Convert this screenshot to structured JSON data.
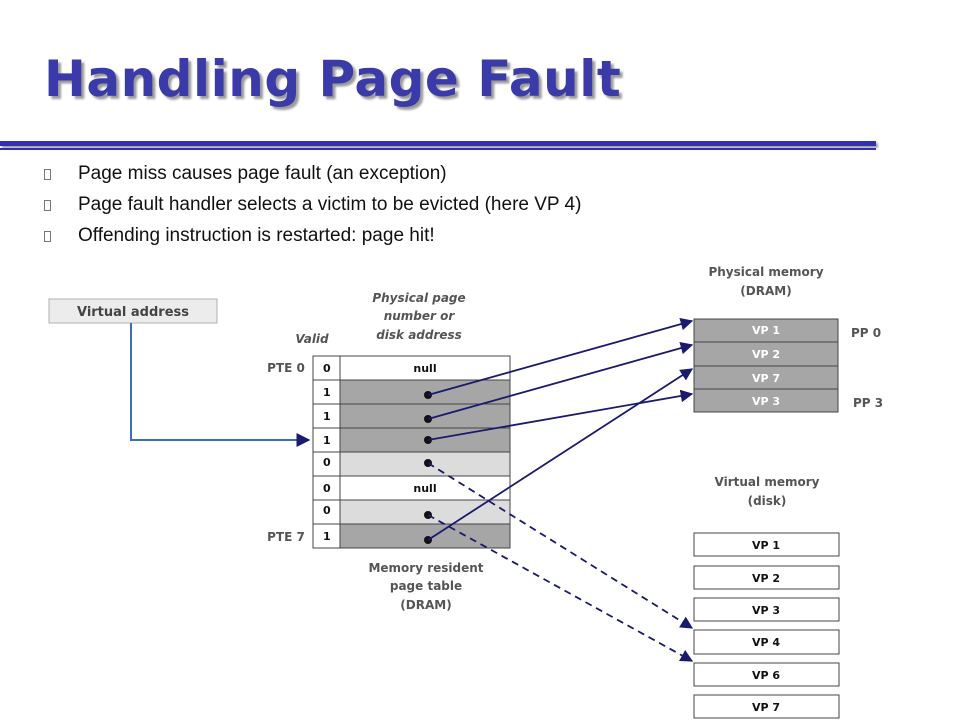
{
  "slide": {
    "title": "Handling Page Fault",
    "bullets": [
      "Page miss causes page fault (an exception)",
      "Page fault handler selects a victim to be evicted (here VP 4)",
      "Offending instruction is restarted: page hit!"
    ]
  },
  "diagram": {
    "virtual_address_label": "Virtual address",
    "valid_label": "Valid",
    "ppn_label": [
      "Physical page",
      "number or",
      "disk address"
    ],
    "pte_first_label": "PTE 0",
    "pte_last_label": "PTE 7",
    "page_table_label": [
      "Memory resident",
      "page table",
      "(DRAM)"
    ],
    "page_table": [
      {
        "valid": "0",
        "content": "null"
      },
      {
        "valid": "1",
        "content": ""
      },
      {
        "valid": "1",
        "content": ""
      },
      {
        "valid": "1",
        "content": ""
      },
      {
        "valid": "0",
        "content": ""
      },
      {
        "valid": "0",
        "content": "null"
      },
      {
        "valid": "0",
        "content": ""
      },
      {
        "valid": "1",
        "content": ""
      }
    ],
    "physical_memory_label": [
      "Physical memory",
      "(DRAM)"
    ],
    "physical_pages": [
      "VP 1",
      "VP 2",
      "VP 7",
      "VP 3"
    ],
    "pp_first_label": "PP 0",
    "pp_last_label": "PP 3",
    "virtual_memory_label": [
      "Virtual memory",
      "(disk)"
    ],
    "disk_pages": [
      "VP 1",
      "VP 2",
      "VP 3",
      "VP 4",
      "VP 6",
      "VP 7"
    ],
    "colors": {
      "title": "#3a3aa8",
      "arrow": "#1a1a6e",
      "resident_row": "#a6a6a6",
      "disk_row": "#dcdcdc",
      "label": "#555555"
    }
  }
}
